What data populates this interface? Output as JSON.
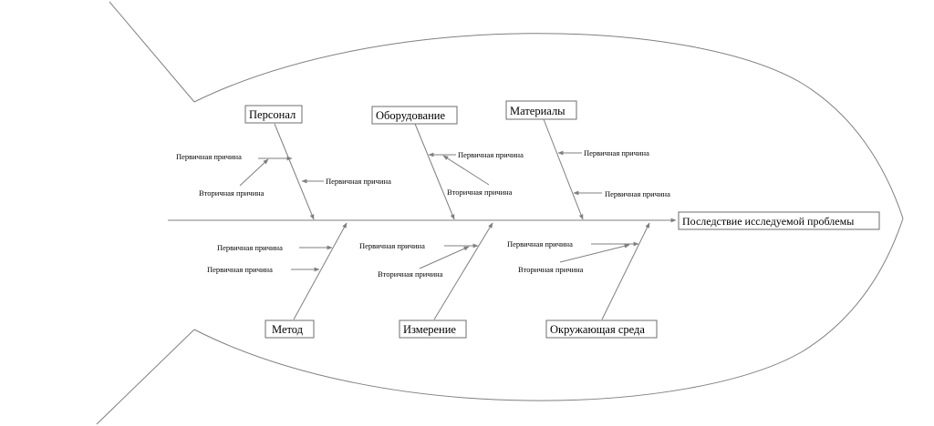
{
  "effect": "Последствие исследуемой проблемы",
  "categories": {
    "personnel": "Персонал",
    "equipment": "Оборудование",
    "materials": "Материалы",
    "method": "Метод",
    "measurement": "Измерение",
    "environment": "Окружающая среда"
  },
  "causes": {
    "primary": "Первичная причина",
    "secondary": "Вторичная причина"
  },
  "colors": {
    "line": "#7f7f7f",
    "box_border": "#6e6e6e",
    "text": "#000000"
  }
}
